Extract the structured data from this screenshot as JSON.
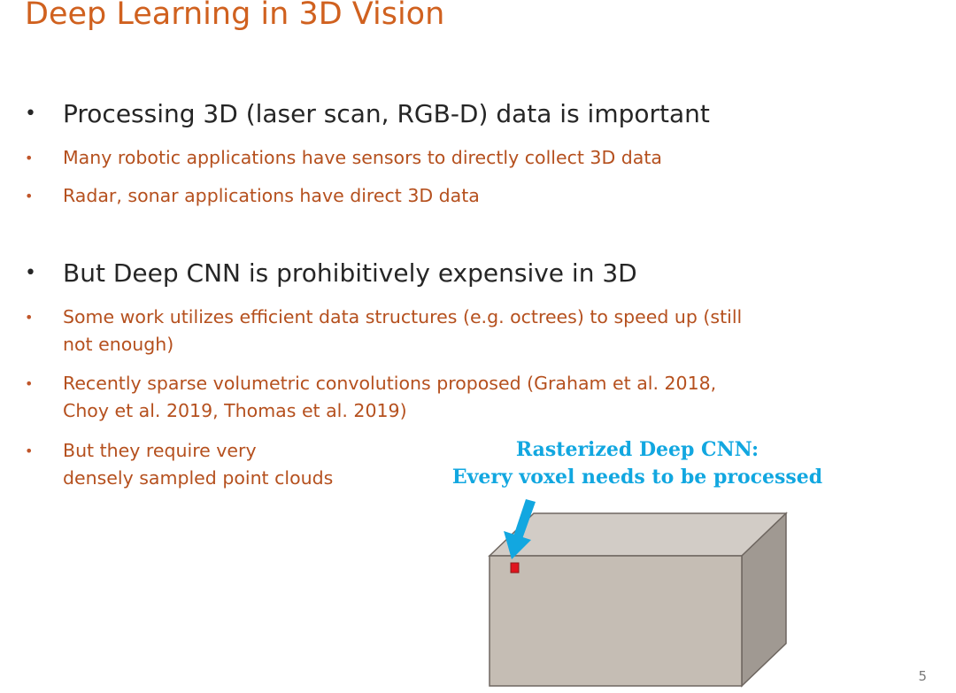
{
  "slide": {
    "title": "Deep Learning in 3D Vision",
    "page_number": "5",
    "bullets": [
      {
        "level": 1,
        "text": "Processing 3D (laser scan, RGB-D) data is important"
      },
      {
        "level": 2,
        "text": "Many robotic applications have sensors to directly collect 3D data"
      },
      {
        "level": 2,
        "text": "Radar, sonar applications have direct 3D data"
      },
      {
        "level": 1,
        "text": "But Deep CNN is prohibitively expensive in 3D"
      },
      {
        "level": 2,
        "lines": [
          "Some work utilizes efficient data structures (e.g. octrees) to speed up (still",
          "not enough)"
        ]
      },
      {
        "level": 2,
        "lines": [
          "Recently sparse volumetric convolutions proposed (Graham et al. 2018,",
          "Choy et al. 2019, Thomas et al. 2019)"
        ]
      },
      {
        "level": 2,
        "lines": [
          "But they require very",
          "densely sampled point clouds"
        ]
      }
    ],
    "bullet_glyph": "•",
    "diagram": {
      "caption_line1": "Rasterized Deep CNN:",
      "caption_line2": "Every voxel needs to be processed",
      "colors": {
        "caption": "#12a7e0",
        "arrow": "#12a7e0",
        "voxel": "#e0141e",
        "front_face": "#c5bdb4",
        "top_face": "#d2ccc6",
        "side_face": "#a09992",
        "edge": "#6e6660"
      }
    }
  }
}
